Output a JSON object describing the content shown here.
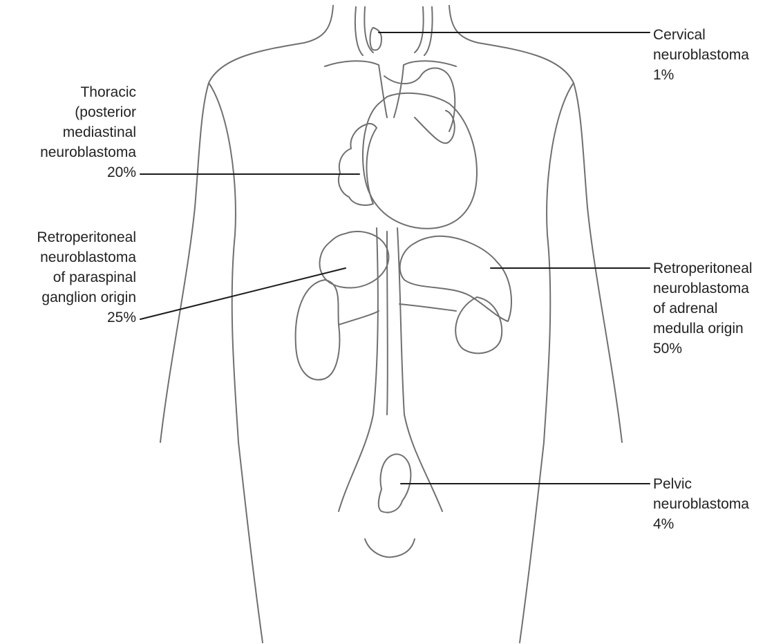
{
  "colors": {
    "background": "#ffffff",
    "outline": "#6f6f6f",
    "leader": "#1a1a1a",
    "text": "#222222"
  },
  "labels": {
    "cervical": {
      "lines": [
        "Cervical",
        "neuroblastoma",
        "1%"
      ]
    },
    "thoracic": {
      "lines": [
        "Thoracic",
        "(posterior",
        "mediastinal",
        "neuroblastoma",
        "20%"
      ]
    },
    "paraspinal": {
      "lines": [
        "Retroperitoneal",
        "neuroblastoma",
        "of paraspinal",
        "ganglion origin",
        "25%"
      ]
    },
    "adrenal": {
      "lines": [
        "Retroperitoneal",
        "neuroblastoma",
        "of adrenal",
        "medulla origin",
        "50%"
      ]
    },
    "pelvic": {
      "lines": [
        "Pelvic",
        "neuroblastoma",
        "4%"
      ]
    }
  }
}
